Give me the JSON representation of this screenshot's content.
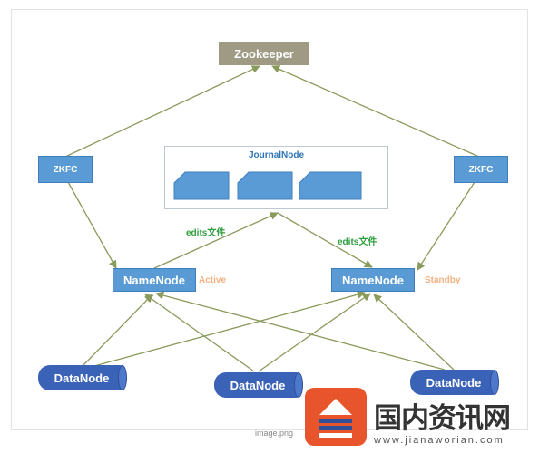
{
  "zookeeper": {
    "label": "Zookeeper"
  },
  "zkfc_left": {
    "label": "ZKFC"
  },
  "zkfc_right": {
    "label": "ZKFC"
  },
  "journal": {
    "title": "JournalNode"
  },
  "namenode_active": {
    "label": "NameNode",
    "status": "Active"
  },
  "namenode_standby": {
    "label": "NameNode",
    "status": "Standby"
  },
  "edge_labels": {
    "edits_left": "edits文件",
    "edits_right": "edits文件"
  },
  "datanodes": [
    {
      "label": "DataNode"
    },
    {
      "label": "DataNode"
    },
    {
      "label": "DataNode"
    }
  ],
  "caption": "image.png",
  "watermark": {
    "title": "国内资讯网",
    "url": "www.jianaworian.com"
  },
  "colors": {
    "arrow": "#8a9a5b",
    "node_blue": "#5b9bd5",
    "datanode_blue": "#3a63b8",
    "zookeeper_bg": "#9f9a83",
    "edits_green": "#2e9e3e",
    "status_orange": "#f4b183"
  }
}
